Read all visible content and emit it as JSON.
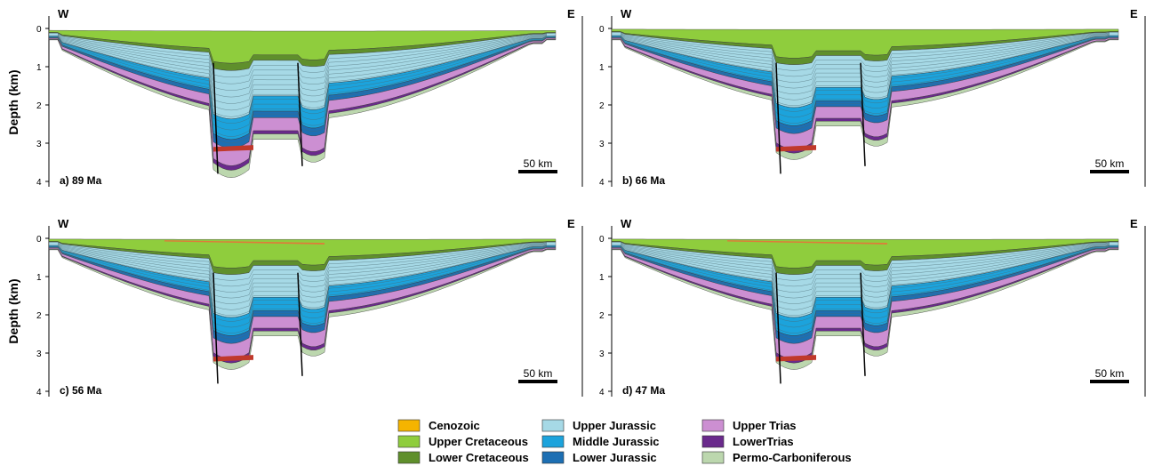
{
  "axis": {
    "ylabel": "Depth (km)",
    "ticks": [
      "0",
      "1",
      "2",
      "3",
      "4"
    ]
  },
  "panels": [
    {
      "label": "a) 89 Ma",
      "west": "W",
      "east": "E",
      "scale": "50 km"
    },
    {
      "label": "b) 66 Ma",
      "west": "W",
      "east": "E",
      "scale": "50 km"
    },
    {
      "label": "c) 56 Ma",
      "west": "W",
      "east": "E",
      "scale": "50 km"
    },
    {
      "label": "d) 47 Ma",
      "west": "W",
      "east": "E",
      "scale": "50 km"
    }
  ],
  "legend": [
    {
      "label": "Cenozoic",
      "color": "#f5b400"
    },
    {
      "label": "Upper Cretaceous",
      "color": "#8fcd3d"
    },
    {
      "label": "Lower Cretaceous",
      "color": "#5f8f2c"
    },
    {
      "label": "Upper Jurassic",
      "color": "#a6d9e6"
    },
    {
      "label": "Middle Jurassic",
      "color": "#1ca3dc"
    },
    {
      "label": "Lower Jurassic",
      "color": "#1d6fb3"
    },
    {
      "label": "Upper Trias",
      "color": "#cc8fd2"
    },
    {
      "label": "LowerTrias",
      "color": "#6a2a8c"
    },
    {
      "label": "Permo-Carboniferous",
      "color": "#bcd7ae"
    }
  ],
  "colors": {
    "red_layer": "#c0392b",
    "surface_orange": "#e07a3a"
  }
}
